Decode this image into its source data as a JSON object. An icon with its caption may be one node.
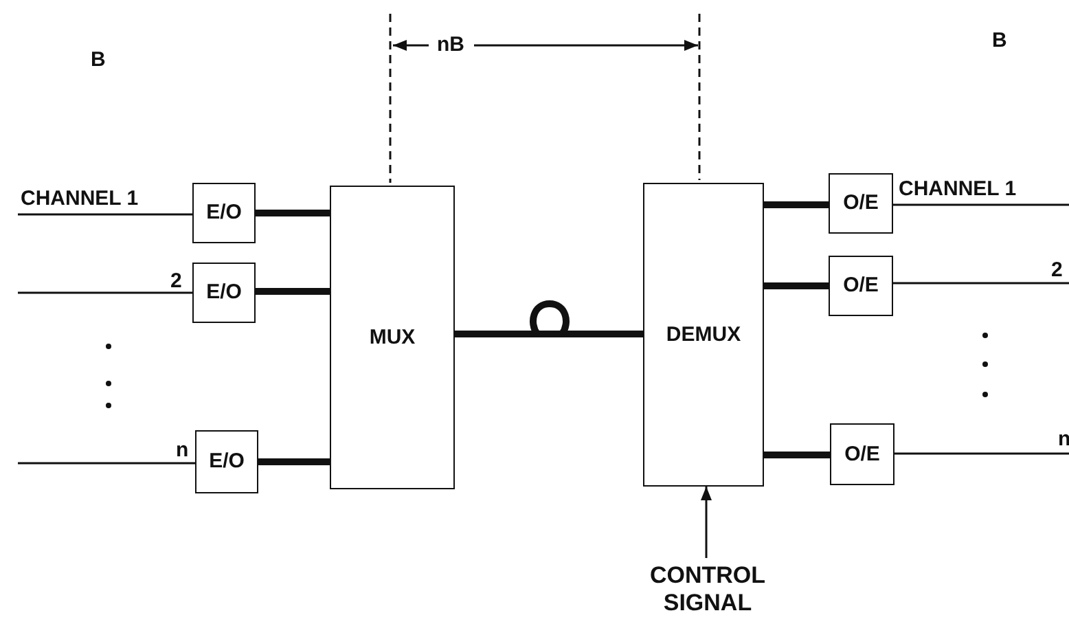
{
  "diagram": {
    "nodes": [
      {
        "text": [
          "E/O"
        ]
      },
      {
        "text": [
          "E/O"
        ]
      },
      {
        "text": [
          "E/O"
        ]
      },
      {
        "text": [
          "MUX"
        ]
      },
      {
        "text": [
          "DEMUX"
        ]
      },
      {
        "text": [
          "O/E"
        ]
      },
      {
        "text": [
          "O/E"
        ]
      },
      {
        "text": [
          "O/E"
        ]
      },
      {
        "text": [
          "CONTROL SIGNAL"
        ]
      }
    ],
    "edges": [
      {
        "from": null,
        "to": 0,
        "arrow": "none",
        "label": "CHANNEL 1"
      },
      {
        "from": null,
        "to": 1,
        "arrow": "none",
        "label": "2"
      },
      {
        "from": null,
        "to": 2,
        "arrow": "none",
        "label": "n"
      },
      {
        "from": 0,
        "to": 3,
        "arrow": "none",
        "style": "thick"
      },
      {
        "from": 1,
        "to": 3,
        "arrow": "none",
        "style": "thick"
      },
      {
        "from": 2,
        "to": 3,
        "arrow": "none",
        "style": "thick"
      },
      {
        "from": 3,
        "to": 4,
        "arrow": "none",
        "style": "thick"
      },
      {
        "from": 4,
        "to": 5,
        "arrow": "none",
        "style": "thick"
      },
      {
        "from": 4,
        "to": 6,
        "arrow": "none",
        "style": "thick"
      },
      {
        "from": 4,
        "to": 7,
        "arrow": "none",
        "style": "thick"
      },
      {
        "from": 5,
        "to": null,
        "arrow": "none",
        "label": "CHANNEL 1"
      },
      {
        "from": 6,
        "to": null,
        "arrow": "none",
        "label": "2"
      },
      {
        "from": 7,
        "to": null,
        "arrow": "none",
        "label": "n"
      },
      {
        "from": 8,
        "to": 4,
        "arrow": "to"
      }
    ],
    "labels": [
      "B",
      "nB",
      "B"
    ]
  }
}
